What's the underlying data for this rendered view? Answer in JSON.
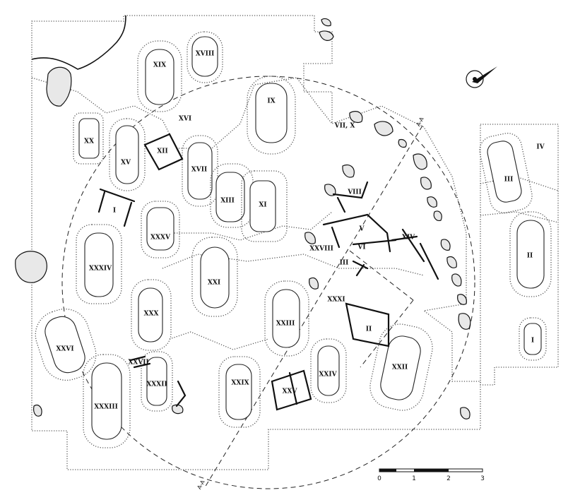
{
  "plan": {
    "graves": [
      {
        "id": "XIX"
      },
      {
        "id": "XVIII"
      },
      {
        "id": "IX"
      },
      {
        "id": "XX"
      },
      {
        "id": "XV"
      },
      {
        "id": "XII"
      },
      {
        "id": "XVII"
      },
      {
        "id": "XIII"
      },
      {
        "id": "XI"
      },
      {
        "id": "I"
      },
      {
        "id": "XXXV"
      },
      {
        "id": "XXXIV"
      },
      {
        "id": "XXI"
      },
      {
        "id": "XXX"
      },
      {
        "id": "XXIII"
      },
      {
        "id": "XXVI"
      },
      {
        "id": "XXXIII"
      },
      {
        "id": "XXVII"
      },
      {
        "id": "XXXII"
      },
      {
        "id": "XXIX"
      },
      {
        "id": "XXV"
      },
      {
        "id": "XXIV"
      },
      {
        "id": "XXII"
      },
      {
        "id": "XXVIII"
      },
      {
        "id": "XIV"
      },
      {
        "id": "VIII"
      },
      {
        "id": "V"
      },
      {
        "id": "III"
      },
      {
        "id": "II"
      },
      {
        "id": "VI"
      },
      {
        "id": "XXXI"
      },
      {
        "id": "VII, X"
      },
      {
        "id": "XVI"
      },
      {
        "id": "IV"
      },
      {
        "id": "III"
      },
      {
        "id": "II"
      },
      {
        "id": "I"
      }
    ],
    "section_labels": {
      "a": "A-A",
      "b": "A-A"
    }
  },
  "scale": {
    "ticks": [
      "0",
      "1",
      "2",
      "3"
    ]
  },
  "north_arrow": {
    "symbol": "north-arrow"
  }
}
